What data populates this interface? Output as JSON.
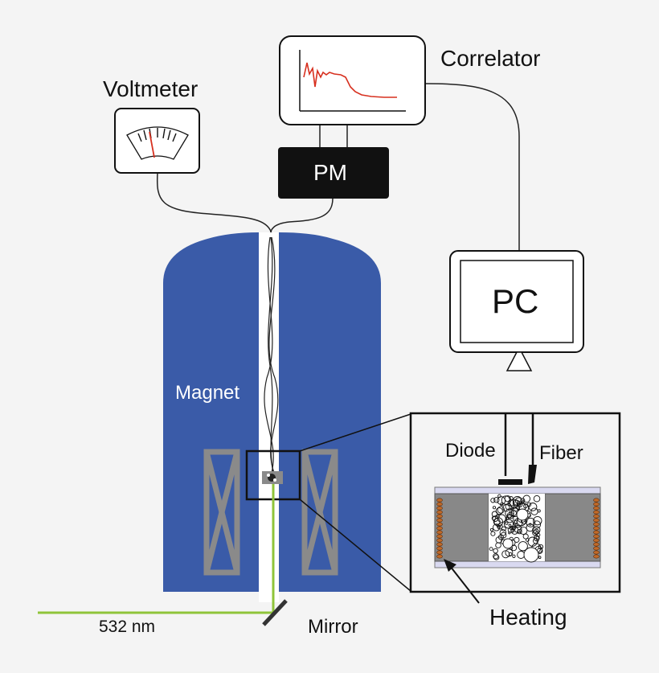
{
  "labels": {
    "voltmeter": "Voltmeter",
    "correlator": "Correlator",
    "pm": "PM",
    "pc": "PC",
    "magnet": "Magnet",
    "diode": "Diode",
    "fiber": "Fiber",
    "heating": "Heating",
    "wavelength": "532 nm",
    "mirror": "Mirror"
  },
  "colors": {
    "background": "#f4f4f4",
    "magnet": "#3a5ba8",
    "coil": "#8a8a8a",
    "laser": "#8fc43a",
    "trace": "#d7301f",
    "pm_box": "#111111",
    "heater": "#c06a2a",
    "cell_plate": "#d9d9f0"
  },
  "icons": [
    "voltmeter-dial-icon",
    "correlator-trace-icon",
    "pc-monitor-icon",
    "mirror-icon"
  ]
}
